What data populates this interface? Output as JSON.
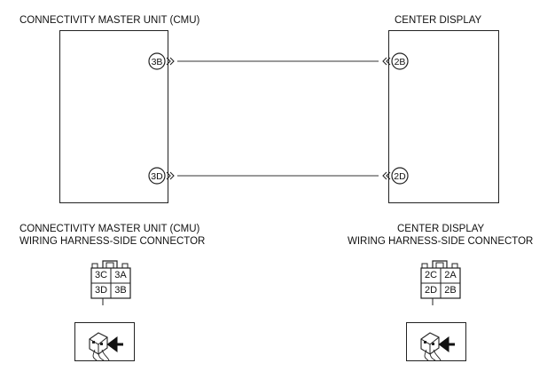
{
  "cmu": {
    "title": "CONNECTIVITY MASTER UNIT (CMU)",
    "pins": [
      "3B",
      "3D"
    ],
    "connector_title_1": "CONNECTIVITY MASTER UNIT (CMU)",
    "connector_title_2": "WIRING HARNESS-SIDE CONNECTOR",
    "connector_cells": [
      "3C",
      "3A",
      "3D",
      "3B"
    ]
  },
  "display": {
    "title": "CENTER DISPLAY",
    "pins": [
      "2B",
      "2D"
    ],
    "connector_title_1": "CENTER DISPLAY",
    "connector_title_2": "WIRING HARNESS-SIDE CONNECTOR",
    "connector_cells": [
      "2C",
      "2A",
      "2D",
      "2B"
    ]
  },
  "wires": [
    {
      "from": "3B",
      "to": "2B"
    },
    {
      "from": "3D",
      "to": "2D"
    }
  ]
}
